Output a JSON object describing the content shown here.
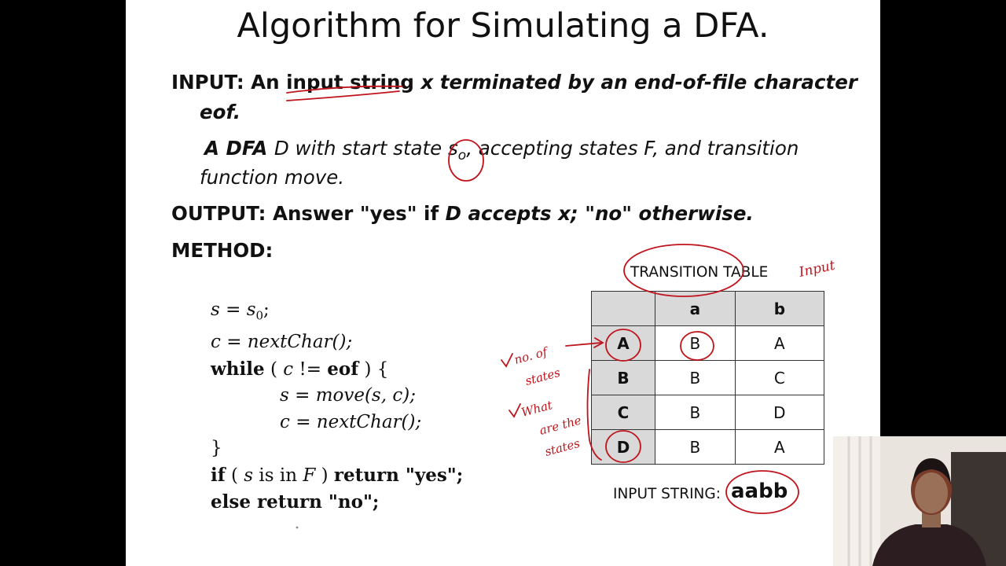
{
  "slide": {
    "title": "Algorithm for Simulating a DFA.",
    "input": {
      "label": "INPUT: ",
      "line1_a": "An input string ",
      "line1_b": "x terminated by an end-of-file character",
      "line2": "eof.",
      "dfa_a": "A DFA ",
      "dfa_b": "D with start state s",
      "dfa_sub": "o",
      "dfa_c": ", accepting states F, and transition",
      "dfa_line2": "function move."
    },
    "output": {
      "label": "OUTPUT: ",
      "text_a": "Answer \"yes\" if ",
      "text_b": "D accepts x; \"no\" otherwise."
    },
    "method_label": "METHOD:",
    "code": {
      "l1": "s = s",
      "l1_sub": "0",
      "l1_end": ";",
      "l2": "c = nextChar();",
      "l3_kw": "while",
      "l3_a": " ( ",
      "l3_c": "c",
      "l3_b": " != ",
      "l3_eof": "eof",
      "l3_end": " ) {",
      "l4": "s = move(s, c);",
      "l5": "c = nextChar();",
      "l6": "}",
      "l7_if": "if",
      "l7_a": " ( ",
      "l7_s": "s",
      "l7_b": " is in ",
      "l7_F": "F",
      "l7_c": " ) ",
      "l7_ret": "return \"yes\";",
      "l8": "else return \"no\";"
    },
    "transition_table": {
      "title": "TRANSITION TABLE",
      "headers": [
        "",
        "a",
        "b"
      ],
      "rows": [
        [
          "A",
          "B",
          "A"
        ],
        [
          "B",
          "B",
          "C"
        ],
        [
          "C",
          "B",
          "D"
        ],
        [
          "D",
          "B",
          "A"
        ]
      ]
    },
    "input_string": {
      "label": "INPUT STRING: ",
      "value": "aabb"
    },
    "annotations": {
      "input_note": "Input",
      "states_note_1": "no. of",
      "states_note_2": "states",
      "what_note_1": "What",
      "what_note_2": "are the",
      "what_note_3": "states"
    }
  },
  "colors": {
    "ink": "#c0141c",
    "header_shade": "#d9d9d9",
    "background": "#000000"
  }
}
